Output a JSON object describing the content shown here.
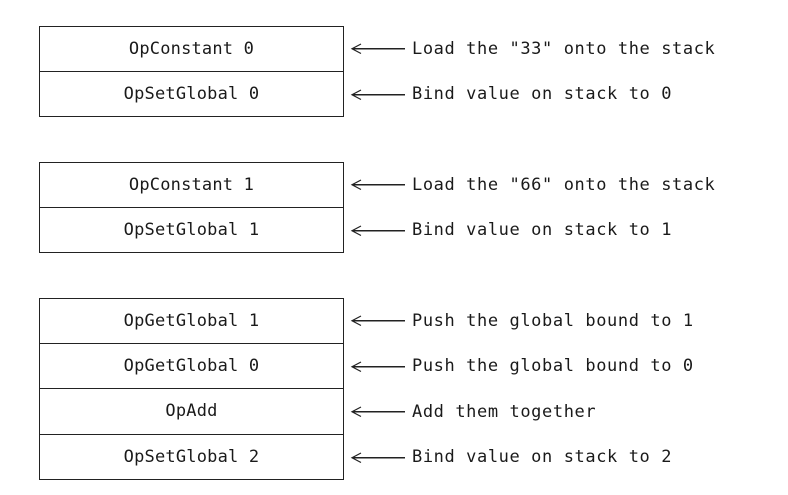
{
  "groups": [
    {
      "rows": [
        {
          "op": "OpConstant 0",
          "note": "Load the \"33\" onto the stack"
        },
        {
          "op": "OpSetGlobal 0",
          "note": "Bind value on stack to 0"
        }
      ]
    },
    {
      "rows": [
        {
          "op": "OpConstant 1",
          "note": "Load the \"66\" onto the stack"
        },
        {
          "op": "OpSetGlobal 1",
          "note": "Bind value on stack to 1"
        }
      ]
    },
    {
      "rows": [
        {
          "op": "OpGetGlobal 1",
          "note": "Push the global bound to 1"
        },
        {
          "op": "OpGetGlobal 0",
          "note": "Push the global bound to 0"
        },
        {
          "op": "OpAdd",
          "note": "Add them together"
        },
        {
          "op": "OpSetGlobal 2",
          "note": "Bind value on stack to 2"
        }
      ]
    }
  ]
}
